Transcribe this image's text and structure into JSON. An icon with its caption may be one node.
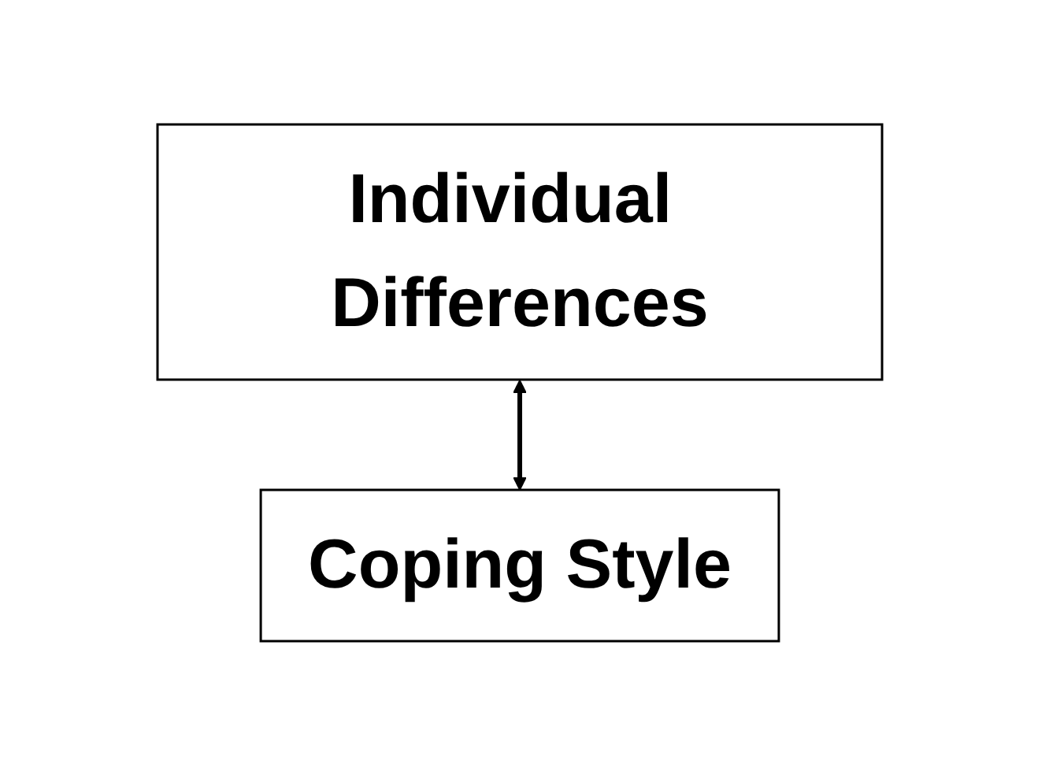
{
  "diagram": {
    "nodes": [
      {
        "text": [
          "Individual Differences"
        ]
      },
      {
        "text": [
          "Coping Style"
        ]
      }
    ],
    "edges": [
      {
        "from": 0,
        "to": 1,
        "arrow": "both"
      }
    ]
  }
}
